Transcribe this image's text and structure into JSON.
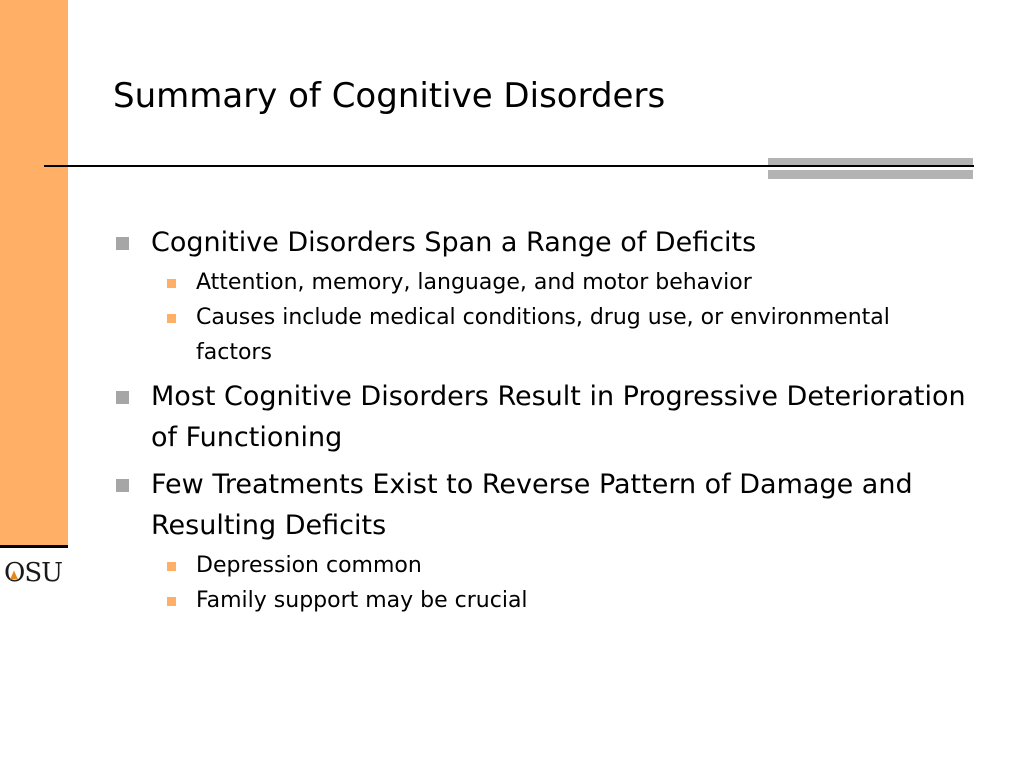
{
  "slide": {
    "title": "Summary of Cognitive Disorders",
    "logo": {
      "text_before": "O",
      "text_after": "SU",
      "full_text": "OSU"
    },
    "colors": {
      "accent_orange": "#FFB066",
      "bullet_gray": "#A6A6A6",
      "rule_gray": "#B3B3B3",
      "logo_flame": "#E8881A"
    },
    "bullets": [
      {
        "text": "Cognitive Disorders Span a Range of Deficits",
        "subs": [
          "Attention, memory, language, and motor behavior",
          "Causes include medical conditions, drug use, or environmental factors"
        ]
      },
      {
        "text": "Most Cognitive Disorders Result in Progressive Deterioration of Functioning",
        "subs": []
      },
      {
        "text": "Few Treatments Exist to Reverse Pattern of Damage and Resulting Deficits",
        "subs": [
          "Depression common",
          "Family support may be crucial"
        ]
      }
    ]
  }
}
